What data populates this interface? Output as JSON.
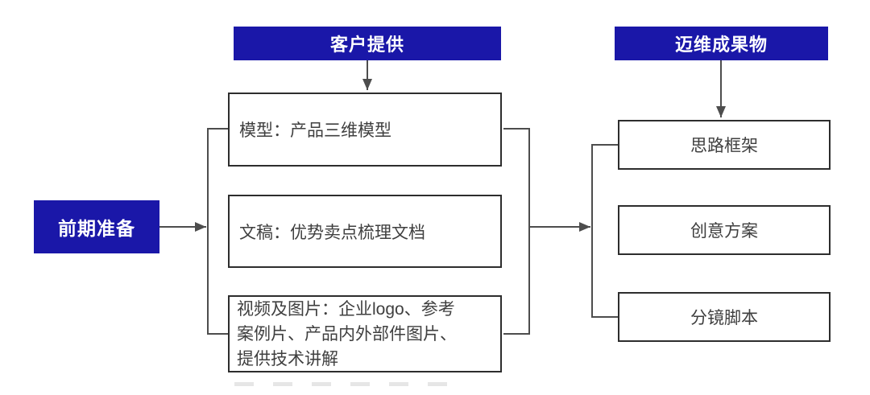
{
  "colors": {
    "accent": "#1a17a8",
    "header-text": "#ffffff",
    "box-border": "#2d2d2d",
    "box-text": "#3f3f3f",
    "line": "#4d4d4d",
    "background": "#ffffff"
  },
  "headers": {
    "preparation": "前期准备",
    "client_provides": "客户提供",
    "deliverables": "迈维成果物"
  },
  "client_items": {
    "model": "模型：产品三维模型",
    "document": "文稿：优势卖点梳理文档",
    "video_images": {
      "line1": "视频及图片：企业logo、参考",
      "line2": "案例片、产品内外部件图片、",
      "line3": "提供技术讲解"
    }
  },
  "deliverable_items": {
    "framework": "思路框架",
    "creative": "创意方案",
    "storyboard": "分镜脚本"
  }
}
